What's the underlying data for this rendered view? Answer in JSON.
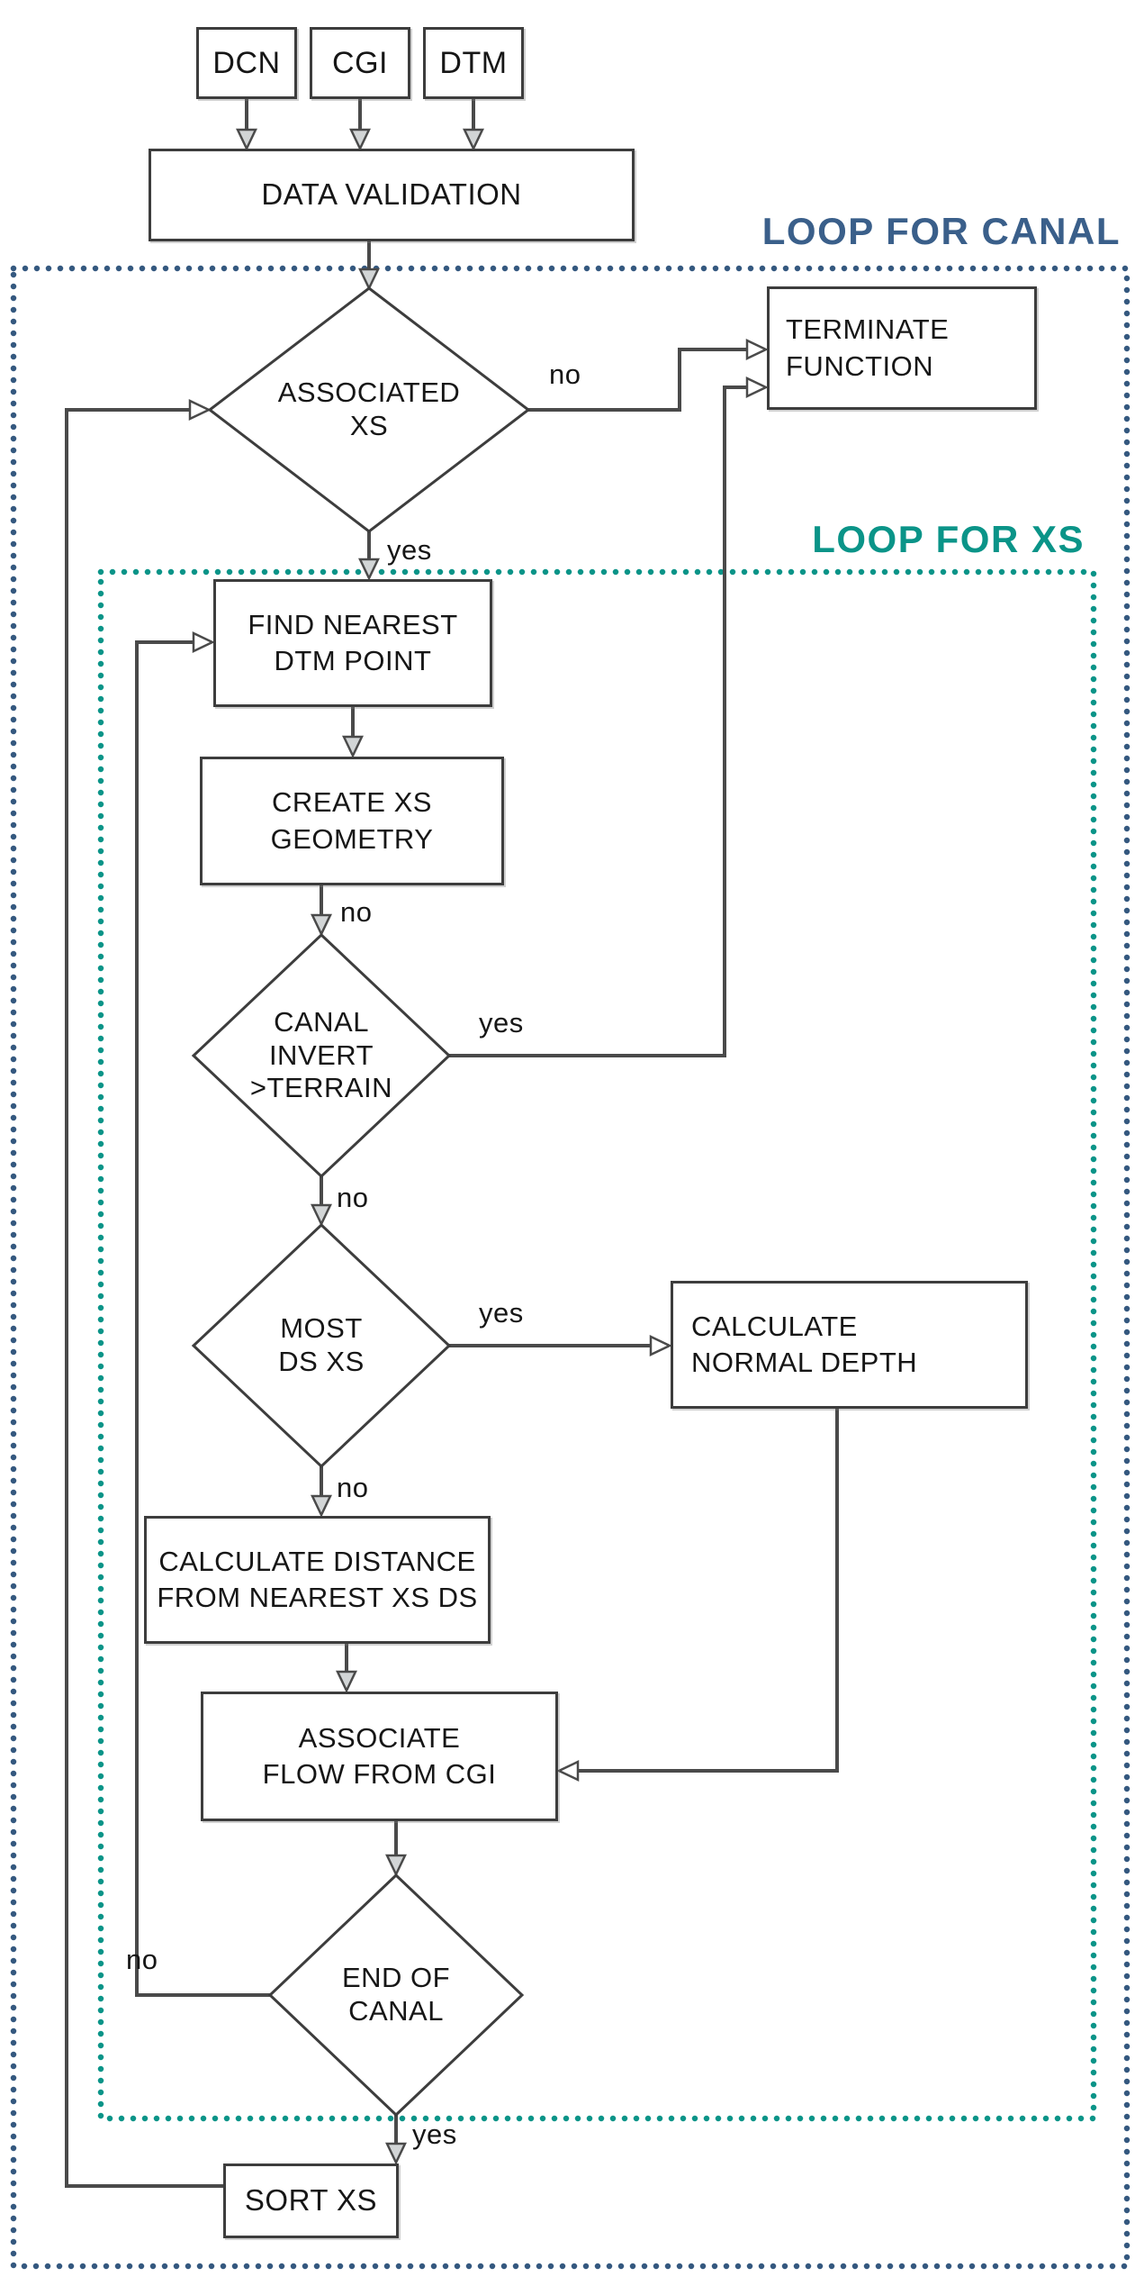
{
  "loops": {
    "canal": {
      "label": "LOOP FOR CANAL",
      "color": "#3a5f8a"
    },
    "xs": {
      "label": "LOOP FOR XS",
      "color": "#0a9488"
    }
  },
  "nodes": {
    "dcn": {
      "label": "DCN"
    },
    "cgi": {
      "label": "CGI"
    },
    "dtm": {
      "label": "DTM"
    },
    "data_validation": {
      "label": "DATA VALIDATION"
    },
    "terminate_function": {
      "line1": "TERMINATE",
      "line2": "FUNCTION"
    },
    "associated_xs": {
      "line1": "ASSOCIATED",
      "line2": "XS"
    },
    "find_nearest_dtm": {
      "line1": "FIND NEAREST",
      "line2": "DTM POINT"
    },
    "create_xs_geometry": {
      "line1": "CREATE XS",
      "line2": "GEOMETRY"
    },
    "canal_invert": {
      "line1": "CANAL",
      "line2": "INVERT",
      "line3": ">TERRAIN"
    },
    "most_ds_xs": {
      "line1": "MOST",
      "line2": "DS XS"
    },
    "calculate_normal_depth": {
      "line1": "CALCULATE",
      "line2": "NORMAL DEPTH"
    },
    "calculate_distance": {
      "line1": "CALCULATE DISTANCE",
      "line2": "FROM NEAREST XS DS"
    },
    "associate_flow": {
      "line1": "ASSOCIATE",
      "line2": "FLOW FROM CGI"
    },
    "end_of_canal": {
      "line1": "END OF",
      "line2": "CANAL"
    },
    "sort_xs": {
      "label": "SORT XS"
    }
  },
  "edge_labels": {
    "associated_xs_no": "no",
    "associated_xs_yes": "yes",
    "create_to_invert_no": "no",
    "canal_invert_yes": "yes",
    "canal_invert_no": "no",
    "most_ds_yes": "yes",
    "most_ds_no": "no",
    "end_of_canal_no": "no",
    "end_of_canal_yes": "yes"
  },
  "colors": {
    "connector": "#4a4a4a",
    "canal_loop_border": "#34587f",
    "xs_loop_border": "#0a9488",
    "node_border": "#3d3d3d"
  }
}
